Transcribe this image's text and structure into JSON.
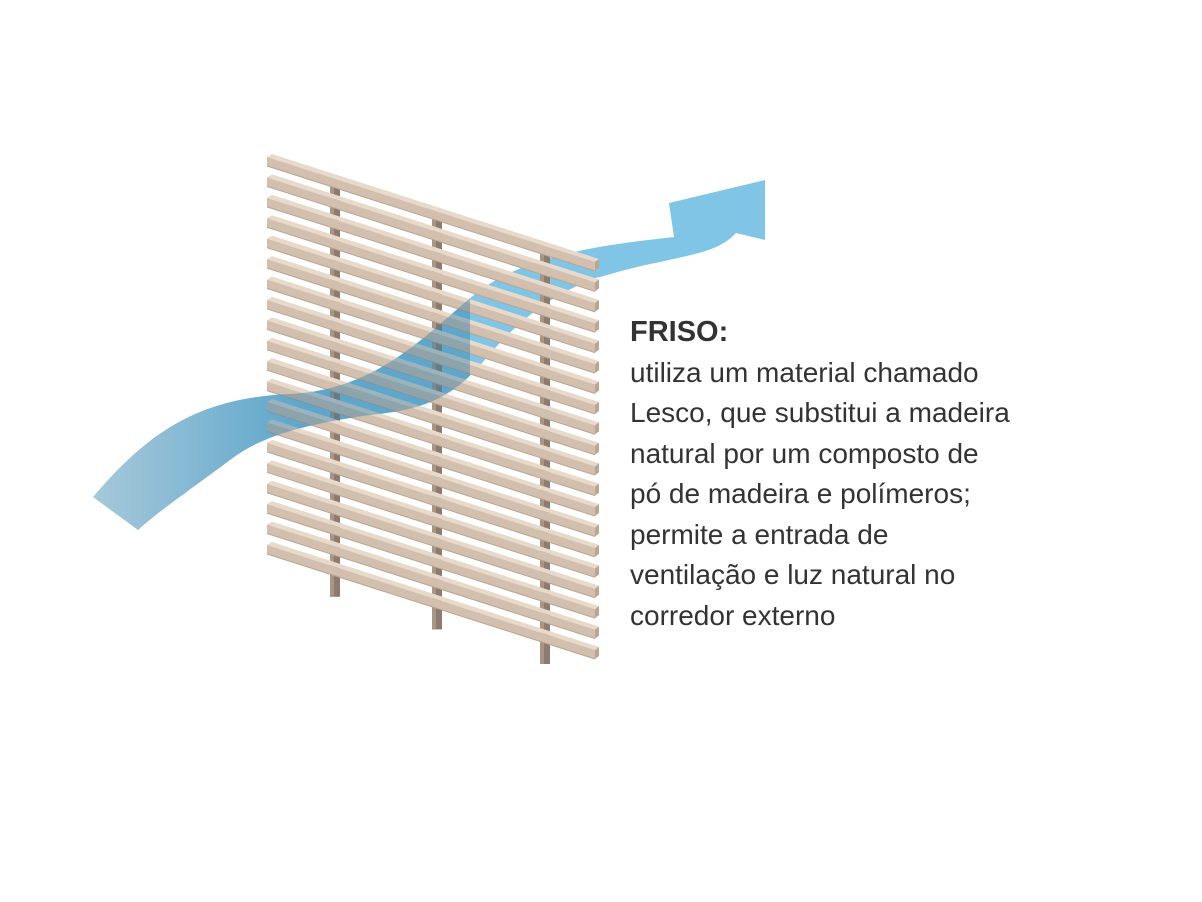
{
  "title": "FRISO:",
  "description_lines": [
    "utiliza um material chamado",
    "Lesco, que substitui a madeira",
    "natural por um composto de",
    "pó de madeira e polímeros;",
    "permite a entrada de",
    "ventilação e luz natural no",
    "corredor externo"
  ],
  "colors": {
    "airflow": "#80c4e6",
    "slat_top": "#e8dacb",
    "slat_front": "#d2bfad",
    "post": "#8c7b6e",
    "text": "#333333"
  },
  "slat_count": 20,
  "post_count": 3
}
